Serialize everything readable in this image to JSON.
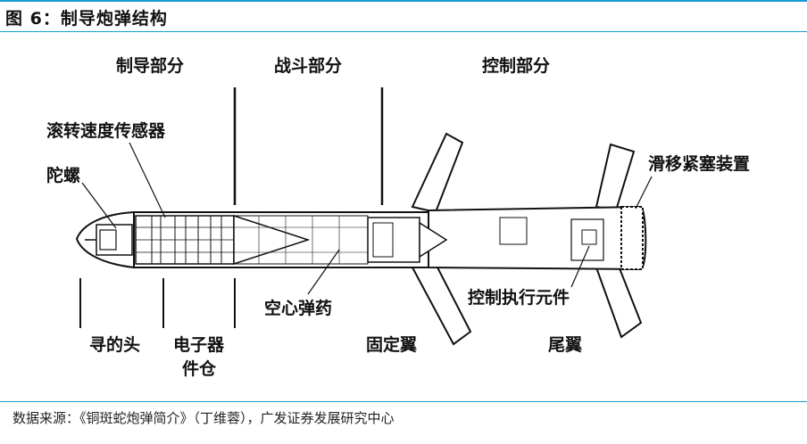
{
  "header": {
    "title": "图 6：制导炮弹结构"
  },
  "diagram": {
    "section_labels": {
      "guidance": "制导部分",
      "warhead": "战斗部分",
      "control": "控制部分"
    },
    "part_labels": {
      "roll_sensor": "滚转速度传感器",
      "gyro": "陀螺",
      "slide_seal": "滑移紧塞装置",
      "hollow_charge": "空心弹药",
      "actuator": "控制执行元件",
      "seeker": "寻的头",
      "electronics_line1": "电子器",
      "electronics_line2": "件仓",
      "fixed_wing": "固定翼",
      "tail_wing": "尾翼"
    }
  },
  "footer": {
    "source": "数据来源：《铜斑蛇炮弹简介》（丁维蓉），广发证券发展研究中心"
  }
}
